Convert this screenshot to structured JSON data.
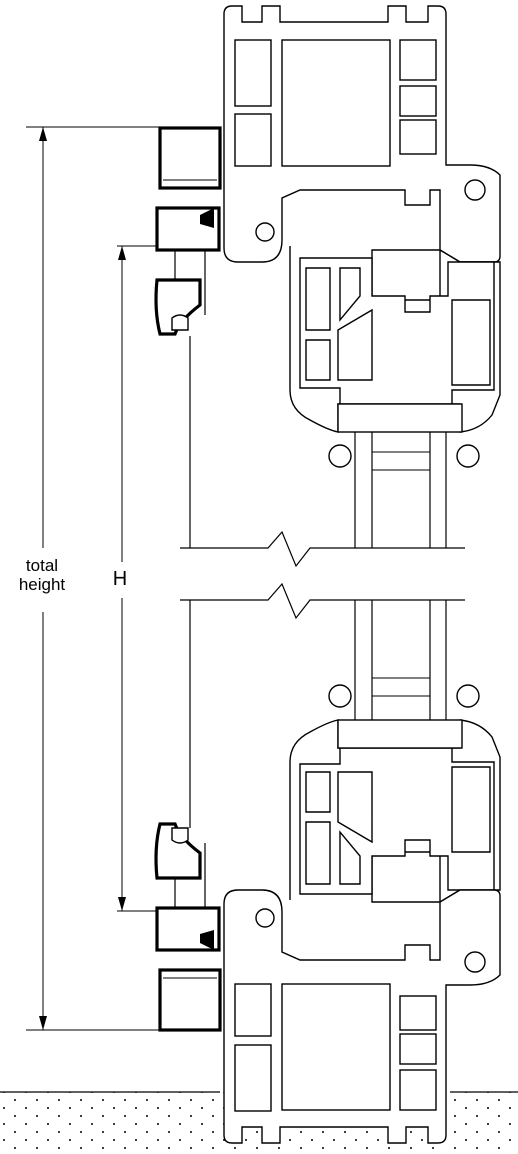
{
  "diagram": {
    "labels": {
      "total_height_line1": "total",
      "total_height_line2": "height",
      "h": "H"
    },
    "colors": {
      "line": "#000000",
      "background": "#ffffff"
    }
  }
}
